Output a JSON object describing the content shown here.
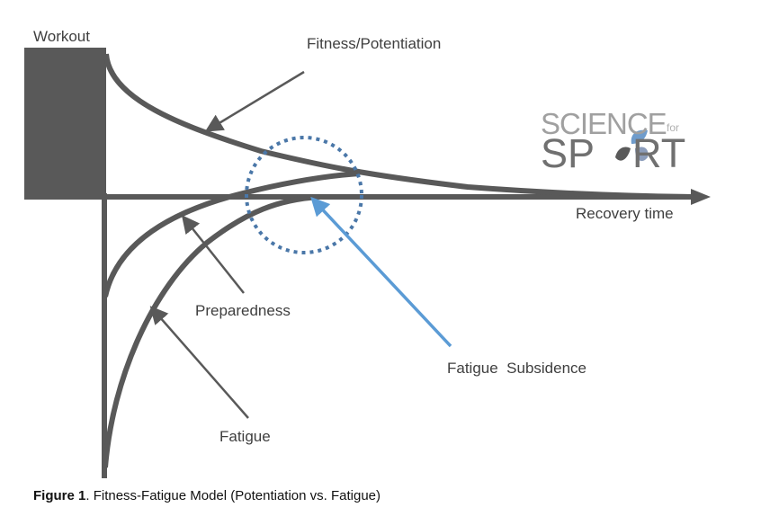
{
  "labels": {
    "workout": "Workout",
    "fitness": "Fitness/Potentiation",
    "recovery_time": "Recovery time",
    "preparedness": "Preparedness",
    "fatigue": "Fatigue",
    "fatigue_subsidence": "Fatigue  Subsidence"
  },
  "logo": {
    "line1": "SCIENCE",
    "line1_small": "for",
    "line2_left": "SP",
    "line2_right": "RT",
    "colors": {
      "primary_blue": "#6f9ccc",
      "secondary_blue": "#8c9dbb",
      "dark": "#5a5a5a"
    }
  },
  "caption": {
    "bold": "Figure 1",
    "text": ". Fitness-Fatigue Model (Potentiation vs. Fatigue)"
  },
  "colors": {
    "curve": "#595959",
    "highlight": "#5b9bd5",
    "circle": "#4a77a8"
  }
}
